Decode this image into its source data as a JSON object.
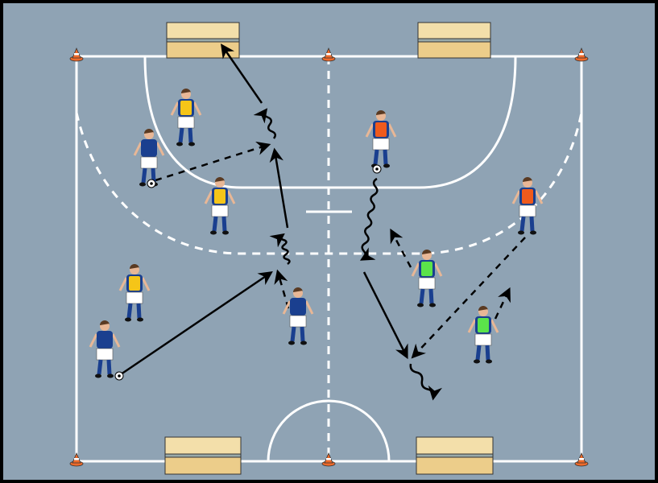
{
  "colors": {
    "pitch": "#8fa3b4",
    "lines": "#ffffff",
    "shirt": "#1a3f8f",
    "bib_yellow": "#f5c518",
    "bib_red": "#ef5a1c",
    "bib_green": "#5be34a",
    "bench_light": "#f3dfaa",
    "bench_dark": "#eccd8a",
    "cone": "#ee6a2a"
  },
  "players": [
    {
      "team": "yellow-bib",
      "role": "defender"
    },
    {
      "team": "blue",
      "role": "attacker-with-ball"
    },
    {
      "team": "yellow-bib",
      "role": "defender"
    },
    {
      "team": "yellow-bib",
      "role": "defender"
    },
    {
      "team": "blue",
      "role": "attacker-with-ball"
    },
    {
      "team": "blue",
      "role": "attacker"
    },
    {
      "team": "red-bib",
      "role": "attacker-with-ball"
    },
    {
      "team": "red-bib",
      "role": "attacker"
    },
    {
      "team": "green-bib",
      "role": "defender"
    },
    {
      "team": "green-bib",
      "role": "defender"
    }
  ]
}
